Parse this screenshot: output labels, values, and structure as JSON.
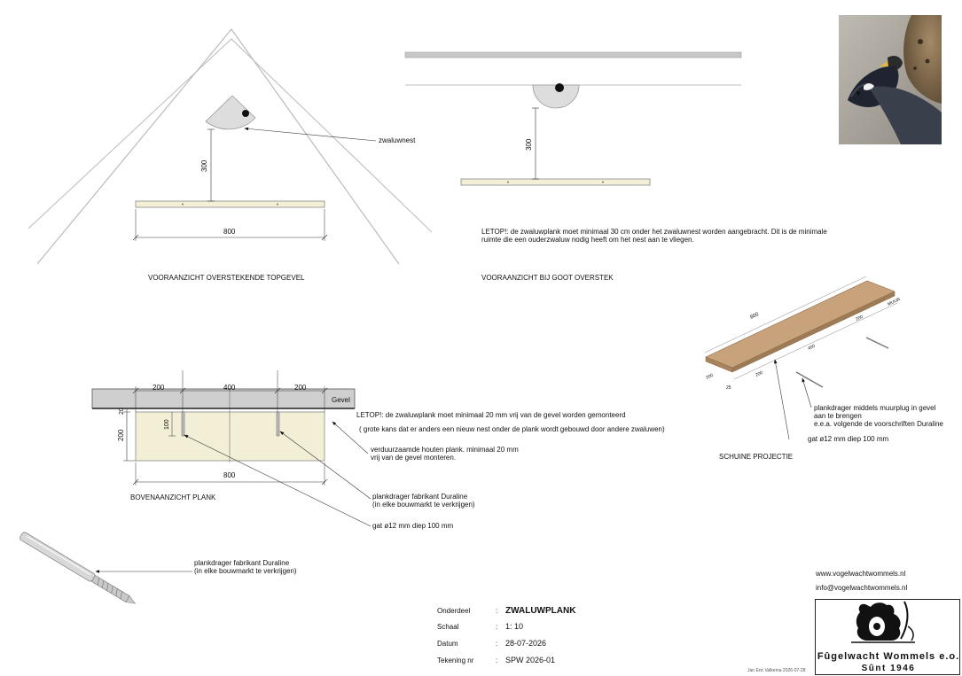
{
  "front_view_topgevel": {
    "dim_height": "300",
    "dim_width": "800",
    "nest_label": "zwaluwnest",
    "caption": "VOORAANZICHT OVERSTEKENDE TOPGEVEL"
  },
  "front_view_goot": {
    "dim_height": "300",
    "caption": "VOORAANZICHT BIJ GOOT OVERSTEK",
    "note_line1": "LETOP!: de zwaluwplank moet minimaal 30 cm onder het zwaluwnest worden aangebracht. Dit is de minimale",
    "note_line2": "ruimte die een ouderzwaluw nodig heeft om het nest aan te vliegen."
  },
  "top_view": {
    "dim_left": "200",
    "dim_middle": "400",
    "dim_right": "200",
    "dim_gap": "20",
    "dim_depth": "200",
    "dim_width": "800",
    "dim_slot": "100",
    "wall_label": "Gevel",
    "caption": "BOVENAANZICHT PLANK",
    "note_line1": "LETOP!: de zwaluwplank moet minimaal 20 mm vrij van de gevel worden gemonteerd",
    "note_line2": "( grote kans dat er anders een nieuw nest onder de plank wordt gebouwd door andere zwaluwen)",
    "board_note_line1": "verduurzaamde houten plank. minimaal 20 mm",
    "board_note_line2": "vrij van de gevel monteren.",
    "bracket_note_line1": "plankdrager fabrikant Duraline",
    "bracket_note_line2": "(in elke bouwmarkt te verkrijgen)",
    "hole_note": "gat ø12 mm diep 100 mm"
  },
  "oblique_view": {
    "caption": "SCHUINE PROJECTIE",
    "dim_long": "800",
    "dim_200a": "200",
    "dim_400": "400",
    "dim_200b": "200",
    "dim_depth": "200",
    "dim_thick": "25",
    "dim_front200": "200",
    "wall_label": "MUUR",
    "bracket_note_line1": "plankdrager middels muurplug in gevel",
    "bracket_note_line2": "aan te brengen",
    "bracket_note_line3": "e.e.a. volgende de voorschriften Duraline",
    "hole_note": "gat ø12 mm diep 100 mm"
  },
  "bolt": {
    "note_line1": "plankdrager fabrikant Duraline",
    "note_line2": "(in elke bouwmarkt te verkrijgen)"
  },
  "title_block": {
    "rows": [
      {
        "label": "Onderdeel",
        "value": "ZWALUWPLANK"
      },
      {
        "label": "Schaal",
        "value": "1: 10"
      },
      {
        "label": "Datum",
        "value": "28-07-2026"
      },
      {
        "label": "Tekening nr",
        "value": "SPW 2026-01"
      }
    ],
    "colon": ":"
  },
  "contact": {
    "website": "www.vogelwachtwommels.nl",
    "email": "info@vogelwachtwommels.nl"
  },
  "logo": {
    "name": "Fûgelwacht Wommels e.o.",
    "since": "Sûnt 1946"
  },
  "author": "Jan Eric Valkema 2026-07-28",
  "colors": {
    "wood_light": "#f2efd6",
    "wood_oblique": "#c7a27a",
    "wall_grey": "#cfcfcf",
    "line": "#222222"
  }
}
